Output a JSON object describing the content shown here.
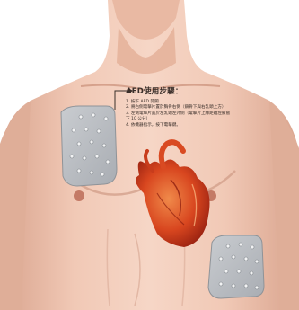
{
  "instructions": {
    "title": "AED使用步驟：",
    "steps": [
      "1. 按下 AED 開關",
      "2. 將右側電擊片置於胸骨右側（鎖骨下與右乳頭上方）",
      "3. 左側電擊片置於左乳頭左外側（電擊片上緣距離左腋窩下 10 公分）",
      "4. 依機器指示，按下電擊鍵。"
    ]
  }
}
